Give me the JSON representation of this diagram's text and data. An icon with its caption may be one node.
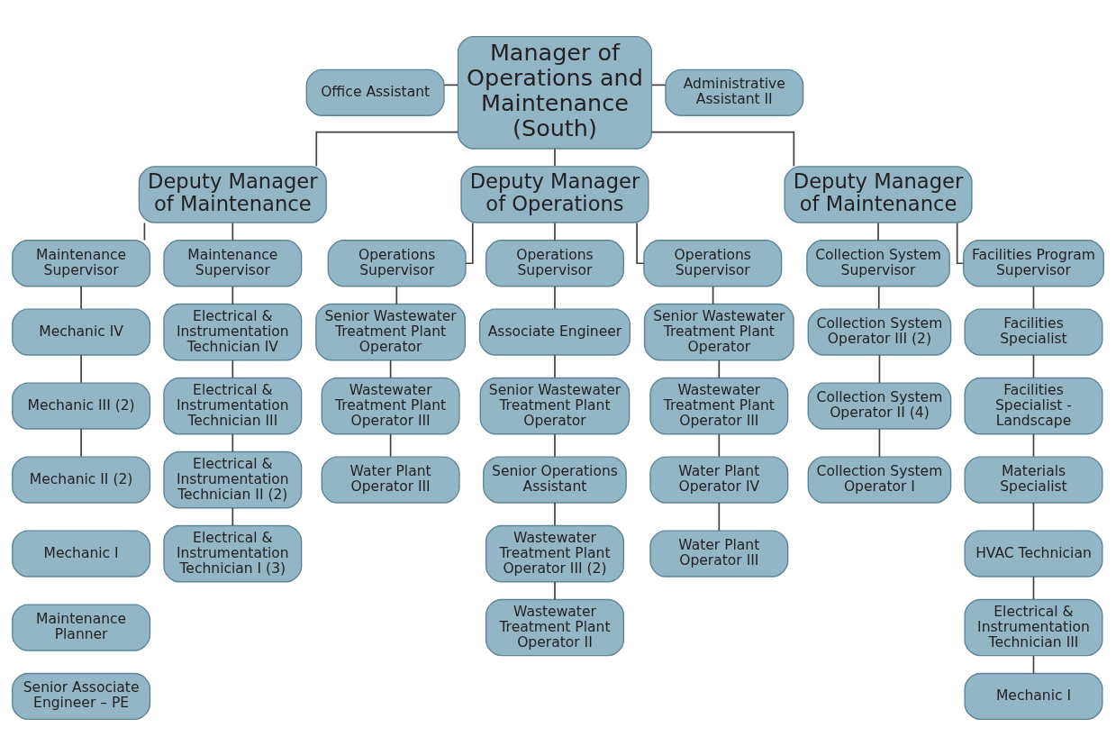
{
  "diagram": {
    "nodes": [
      {
        "text": [
          "Manager of Operations and Maintenance (South)"
        ]
      },
      {
        "text": [
          "Office Assistant"
        ]
      },
      {
        "text": [
          "Administrative Assistant II"
        ]
      },
      {
        "text": [
          "Deputy Manager of Maintenance"
        ]
      },
      {
        "text": [
          "Deputy Manager of Operations"
        ]
      },
      {
        "text": [
          "Deputy Manager of Maintenance"
        ]
      },
      {
        "text": [
          "Maintenance Supervisor"
        ]
      },
      {
        "text": [
          "Mechanic IV"
        ]
      },
      {
        "text": [
          "Mechanic III (2)"
        ]
      },
      {
        "text": [
          "Mechanic II (2)"
        ]
      },
      {
        "text": [
          "Mechanic I"
        ]
      },
      {
        "text": [
          "Maintenance Planner"
        ]
      },
      {
        "text": [
          "Senior Associate Engineer – PE"
        ]
      },
      {
        "text": [
          "Maintenance Supervisor"
        ]
      },
      {
        "text": [
          "Electrical & Instrumentation Technician IV"
        ]
      },
      {
        "text": [
          "Electrical & Instrumentation Technician III"
        ]
      },
      {
        "text": [
          "Electrical & Instrumentation Technician II (2)"
        ]
      },
      {
        "text": [
          "Electrical & Instrumentation Technician I (3)"
        ]
      },
      {
        "text": [
          "Operations Supervisor"
        ]
      },
      {
        "text": [
          "Senior Wastewater Treatment Plant Operator"
        ]
      },
      {
        "text": [
          "Wastewater Treatment Plant Operator III"
        ]
      },
      {
        "text": [
          "Water Plant Operator III"
        ]
      },
      {
        "text": [
          "Operations Supervisor"
        ]
      },
      {
        "text": [
          "Associate Engineer"
        ]
      },
      {
        "text": [
          "Senior Wastewater Treatment Plant Operator"
        ]
      },
      {
        "text": [
          "Senior Operations Assistant"
        ]
      },
      {
        "text": [
          "Wastewater Treatment Plant Operator III (2)"
        ]
      },
      {
        "text": [
          "Wastewater Treatment Plant Operator II"
        ]
      },
      {
        "text": [
          "Operations Supervisor"
        ]
      },
      {
        "text": [
          "Senior Wastewater Treatment Plant Operator"
        ]
      },
      {
        "text": [
          "Wastewater Treatment Plant Operator III"
        ]
      },
      {
        "text": [
          "Water Plant Operator IV"
        ]
      },
      {
        "text": [
          "Water Plant Operator III"
        ]
      },
      {
        "text": [
          "Collection System Supervisor"
        ]
      },
      {
        "text": [
          "Collection System Operator III (2)"
        ]
      },
      {
        "text": [
          "Collection System Operator II (4)"
        ]
      },
      {
        "text": [
          "Collection System Operator I"
        ]
      },
      {
        "text": [
          "Facilities Program Supervisor"
        ]
      },
      {
        "text": [
          "Facilities Specialist"
        ]
      },
      {
        "text": [
          "Facilities Specialist - Landscape"
        ]
      },
      {
        "text": [
          "Materials Specialist"
        ]
      },
      {
        "text": [
          "HVAC Technician"
        ]
      },
      {
        "text": [
          "Electrical & Instrumentation Technician III"
        ]
      },
      {
        "text": [
          "Mechanic I"
        ]
      }
    ],
    "edges": [
      {
        "from": 0,
        "to": 1,
        "arrow": "none"
      },
      {
        "from": 0,
        "to": 2,
        "arrow": "none"
      },
      {
        "from": 0,
        "to": 3,
        "arrow": "none"
      },
      {
        "from": 0,
        "to": 4,
        "arrow": "none"
      },
      {
        "from": 0,
        "to": 5,
        "arrow": "none"
      },
      {
        "from": 3,
        "to": 6,
        "arrow": "none"
      },
      {
        "from": 3,
        "to": 13,
        "arrow": "none"
      },
      {
        "from": 6,
        "to": 7,
        "arrow": "none"
      },
      {
        "from": 7,
        "to": 8,
        "arrow": "none"
      },
      {
        "from": 8,
        "to": 9,
        "arrow": "none"
      },
      {
        "from": 13,
        "to": 14,
        "arrow": "none"
      },
      {
        "from": 14,
        "to": 15,
        "arrow": "none"
      },
      {
        "from": 15,
        "to": 16,
        "arrow": "none"
      },
      {
        "from": 16,
        "to": 17,
        "arrow": "none"
      },
      {
        "from": 4,
        "to": 18,
        "arrow": "none"
      },
      {
        "from": 4,
        "to": 22,
        "arrow": "none"
      },
      {
        "from": 4,
        "to": 28,
        "arrow": "none"
      },
      {
        "from": 18,
        "to": 19,
        "arrow": "none"
      },
      {
        "from": 19,
        "to": 20,
        "arrow": "none"
      },
      {
        "from": 20,
        "to": 21,
        "arrow": "none"
      },
      {
        "from": 22,
        "to": 23,
        "arrow": "none"
      },
      {
        "from": 23,
        "to": 24,
        "arrow": "none"
      },
      {
        "from": 24,
        "to": 25,
        "arrow": "none"
      },
      {
        "from": 25,
        "to": 26,
        "arrow": "none"
      },
      {
        "from": 26,
        "to": 27,
        "arrow": "none"
      },
      {
        "from": 28,
        "to": 29,
        "arrow": "none"
      },
      {
        "from": 29,
        "to": 30,
        "arrow": "none"
      },
      {
        "from": 30,
        "to": 31,
        "arrow": "none"
      },
      {
        "from": 31,
        "to": 32,
        "arrow": "none"
      },
      {
        "from": 5,
        "to": 33,
        "arrow": "none"
      },
      {
        "from": 5,
        "to": 37,
        "arrow": "none"
      },
      {
        "from": 33,
        "to": 34,
        "arrow": "none"
      },
      {
        "from": 34,
        "to": 35,
        "arrow": "none"
      },
      {
        "from": 35,
        "to": 36,
        "arrow": "none"
      },
      {
        "from": 37,
        "to": 38,
        "arrow": "none"
      },
      {
        "from": 38,
        "to": 39,
        "arrow": "none"
      },
      {
        "from": 39,
        "to": 40,
        "arrow": "none"
      },
      {
        "from": 40,
        "to": 41,
        "arrow": "none"
      },
      {
        "from": 41,
        "to": 42,
        "arrow": "none"
      },
      {
        "from": 42,
        "to": 43,
        "arrow": "none"
      }
    ]
  }
}
